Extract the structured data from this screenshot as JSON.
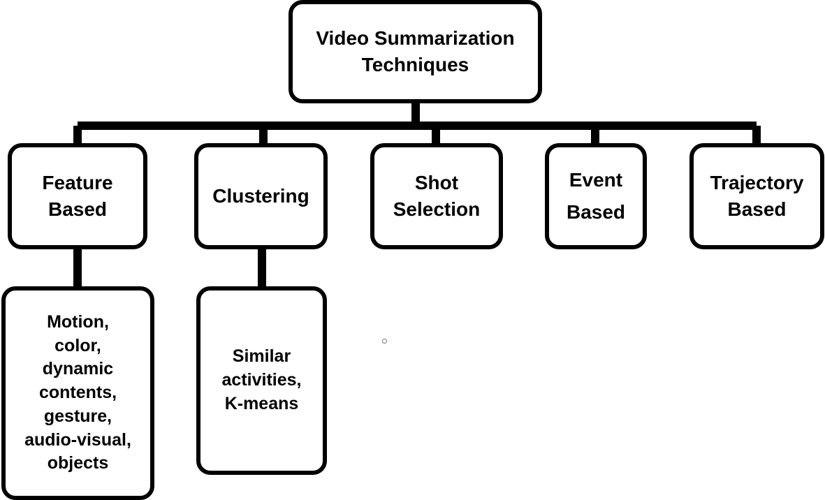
{
  "root": {
    "line1": "Video Summarization",
    "line2": "Techniques"
  },
  "categories": [
    {
      "line1": "Feature",
      "line2": "Based"
    },
    {
      "line1": "Clustering"
    },
    {
      "line1": "Shot",
      "line2": "Selection"
    },
    {
      "line1": "Event",
      "line2": "Based"
    },
    {
      "line1": "Trajectory",
      "line2": "Based"
    }
  ],
  "details": {
    "feature": [
      "Motion,",
      "color,",
      "dynamic",
      "contents,",
      "gesture,",
      "audio-visual,",
      "objects"
    ],
    "clustering": [
      "Similar",
      "activities,",
      "K-means"
    ]
  },
  "colors": {
    "stroke": "#000000",
    "background": "#ffffff"
  }
}
